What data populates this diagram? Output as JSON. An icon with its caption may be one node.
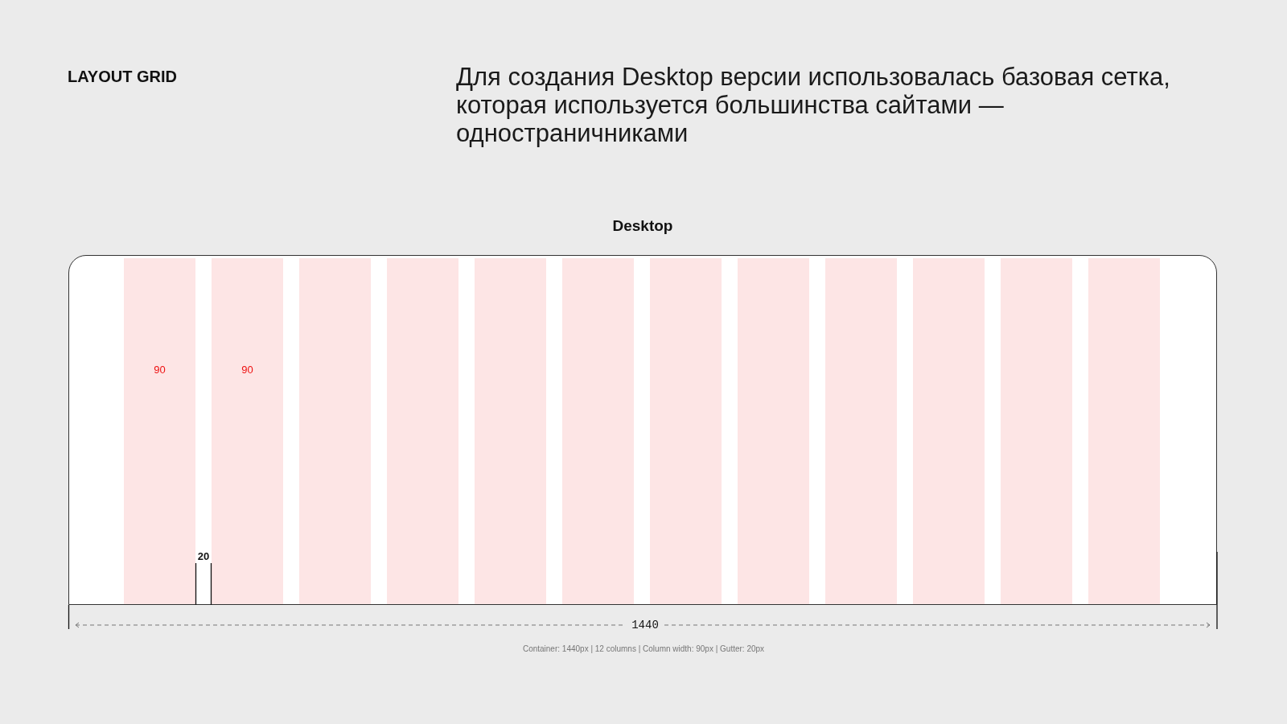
{
  "diagram": {
    "title": "LAYOUT GRID",
    "nodes": [
      {
        "text": [
          "Desktop"
        ]
      },
      {
        "text": [
          "90"
        ],
        "in": 0
      },
      {
        "text": [
          "90"
        ],
        "in": 0
      },
      {
        "text": [],
        "shape": "bar",
        "in": 0
      },
      {
        "text": [],
        "shape": "bar",
        "in": 0
      },
      {
        "text": [],
        "shape": "bar",
        "in": 0
      },
      {
        "text": [],
        "shape": "bar",
        "in": 0
      },
      {
        "text": [],
        "shape": "bar",
        "in": 0
      },
      {
        "text": [],
        "shape": "bar",
        "in": 0
      },
      {
        "text": [],
        "shape": "bar",
        "in": 0
      },
      {
        "text": [],
        "shape": "bar",
        "in": 0
      },
      {
        "text": [],
        "shape": "bar",
        "in": 0
      },
      {
        "text": [],
        "shape": "bar",
        "in": 0
      }
    ],
    "edges": [],
    "labels": [
      "Для создания Desktop версии использовалась базовая сетка, которая используется большинства сайтами — одностраничниками",
      "20",
      "1440",
      "Container: 1440px | 12 columns | Column width: 90px | Gutter: 20px"
    ]
  }
}
